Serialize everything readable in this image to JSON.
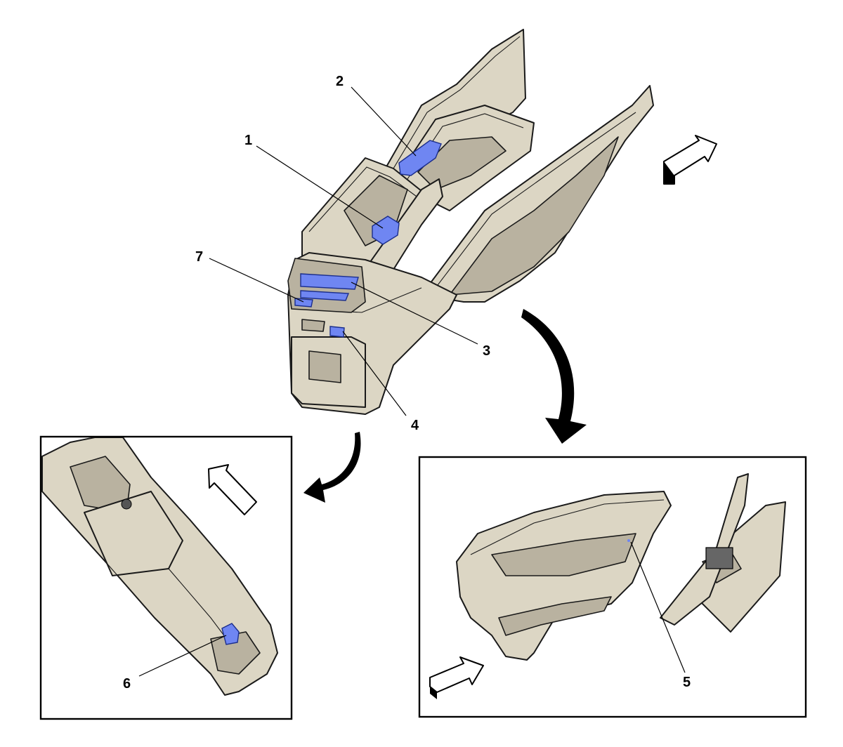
{
  "colors": {
    "part": "#dcd6c4",
    "part_dark": "#b9b2a0",
    "highlight": "#6f86f2",
    "line": "#1a1a1a"
  },
  "callouts": [
    {
      "id": "1",
      "label": "1"
    },
    {
      "id": "2",
      "label": "2"
    },
    {
      "id": "3",
      "label": "3"
    },
    {
      "id": "4",
      "label": "4"
    },
    {
      "id": "5",
      "label": "5"
    },
    {
      "id": "6",
      "label": "6"
    },
    {
      "id": "7",
      "label": "7"
    }
  ],
  "icons": {
    "forward_direction": "arrow-forward-icon",
    "view_rotation": "curved-arrow-icon"
  }
}
